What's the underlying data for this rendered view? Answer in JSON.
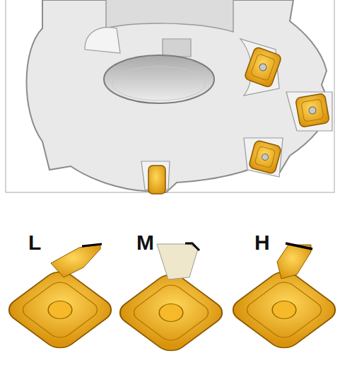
{
  "diagram": {
    "labels": [
      "L",
      "M",
      "H"
    ]
  }
}
